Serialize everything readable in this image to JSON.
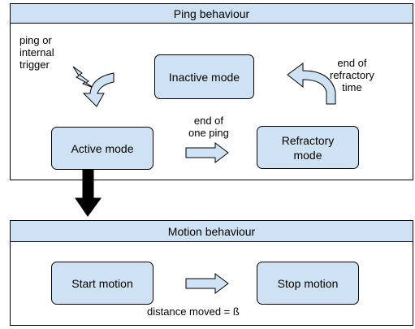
{
  "ping_panel": {
    "title": "Ping behaviour",
    "trigger_label": "ping or\ninternal\ntrigger",
    "inactive_mode": "Inactive mode",
    "active_mode": "Active mode",
    "refractory_mode": "Refractory\nmode",
    "end_of_ping_label": "end of\none ping",
    "end_of_refractory_label": "end of\nrefractory\ntime"
  },
  "motion_panel": {
    "title": "Motion behaviour",
    "start_motion": "Start motion",
    "stop_motion": "Stop motion",
    "distance_label": "distance moved = ß"
  },
  "colors": {
    "node_fill": "#cfe2f3",
    "header_fill": "#cfe2f3",
    "outline": "#000000"
  }
}
